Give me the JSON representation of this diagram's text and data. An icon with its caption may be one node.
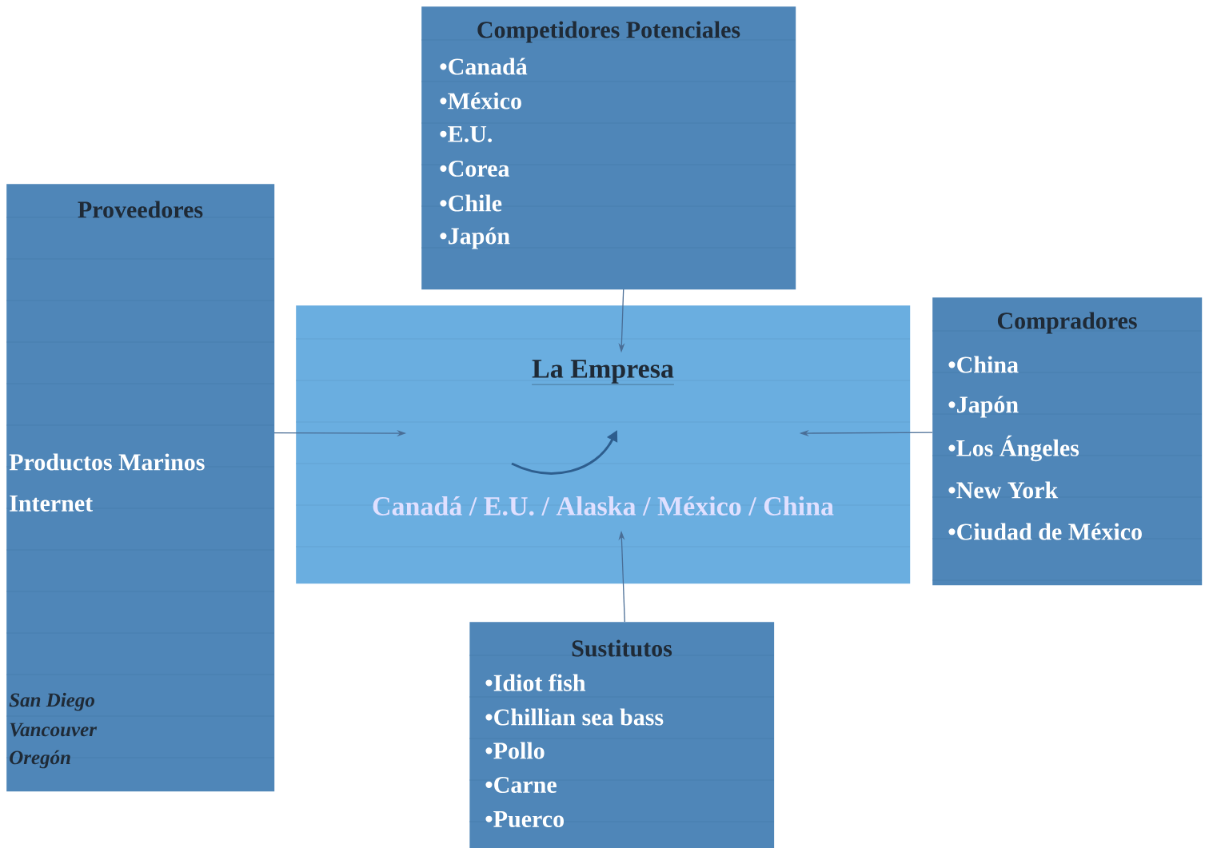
{
  "diagram": {
    "nodes": [
      {
        "text": [
          "Competidores Potenciales",
          "•Canadá",
          "•México",
          "•E.U.",
          "•Corea",
          "•Chile",
          "•Japón"
        ]
      },
      {
        "text": [
          "Proveedores",
          "Productos Marinos",
          "Internet",
          "San Diego",
          "Vancouver",
          "Oregón"
        ]
      },
      {
        "text": [
          "La Empresa",
          "Canadá / E.U. / Alaska / México / China"
        ]
      },
      {
        "text": [
          "Compradores",
          "•China",
          "•Japón",
          "•Los Ángeles",
          "•New York",
          "•Ciudad de México"
        ]
      },
      {
        "text": [
          "Sustitutos",
          "•Idiot fish",
          "•Chillian sea bass",
          "•Pollo",
          "•Carne",
          "•Puerco"
        ]
      }
    ],
    "edges": [
      {
        "from": 0,
        "to": 2,
        "arrow": "to"
      },
      {
        "from": 1,
        "to": 2,
        "arrow": "to"
      },
      {
        "from": 3,
        "to": 2,
        "arrow": "to"
      },
      {
        "from": 4,
        "to": 2,
        "arrow": "to"
      }
    ]
  }
}
